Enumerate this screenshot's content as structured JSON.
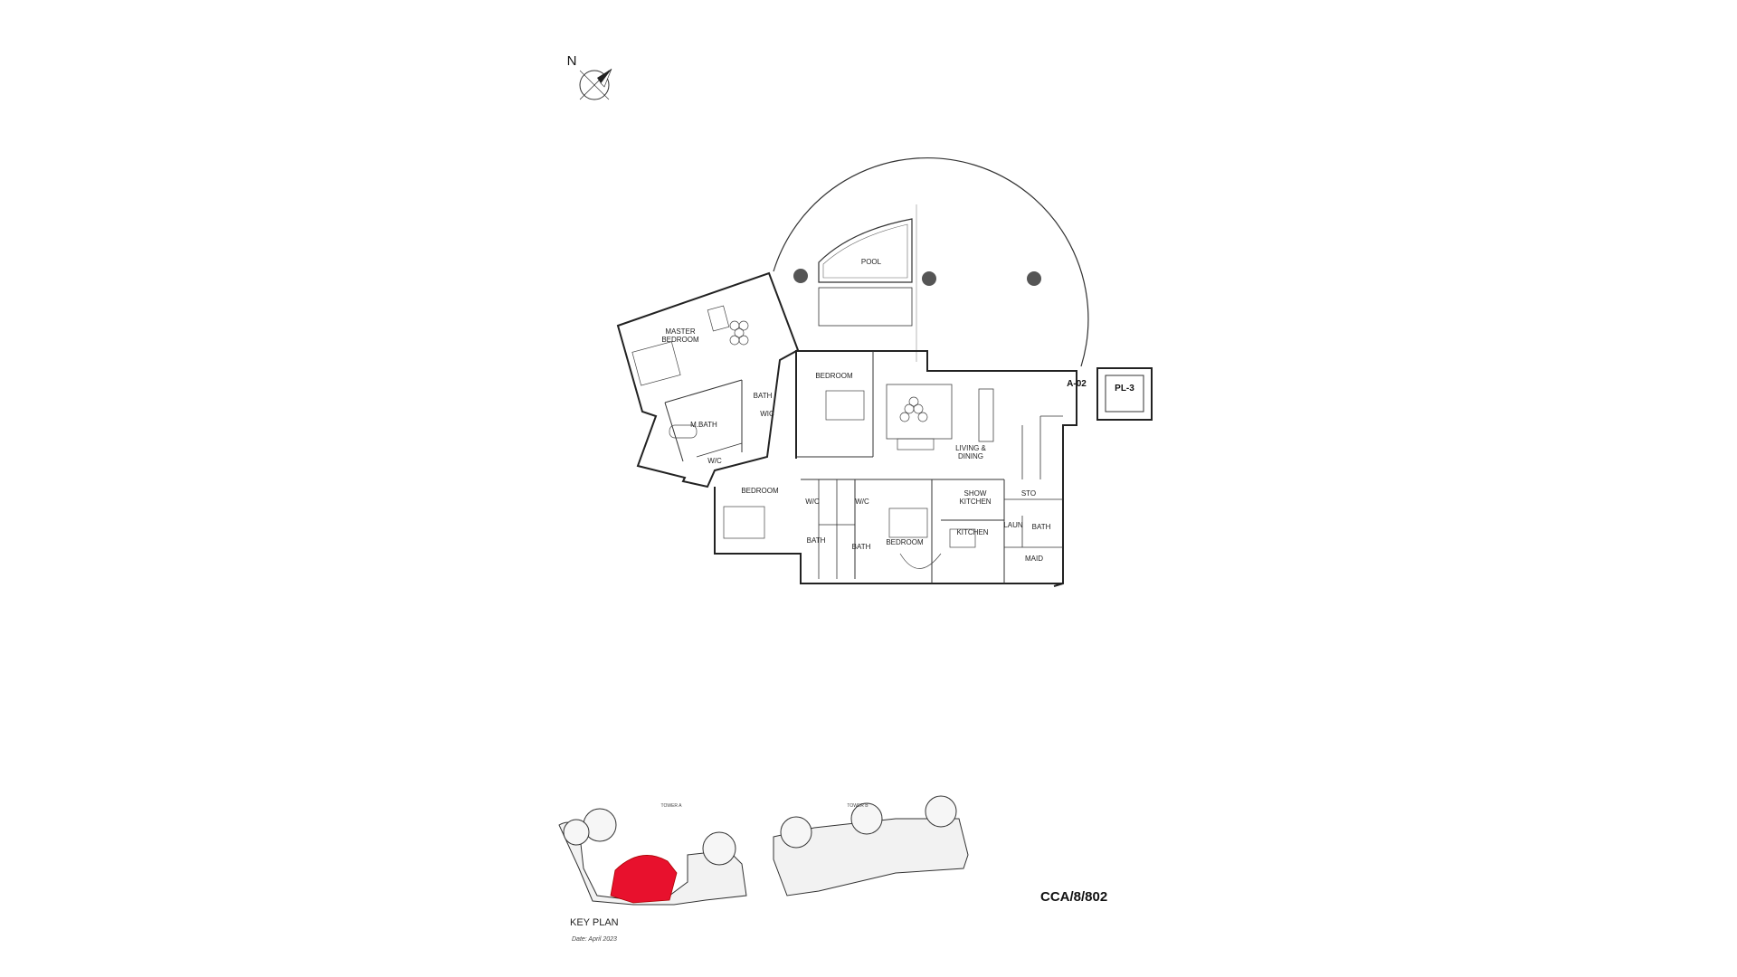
{
  "compass": {
    "north_label": "N",
    "icon": "compass-icon"
  },
  "unit": {
    "id": "A-02",
    "lift": "PL-3"
  },
  "rooms": {
    "pool": "POOL",
    "master_bedroom_1": "MASTER",
    "master_bedroom_2": "BEDROOM",
    "bedroom_top": "BEDROOM",
    "bedroom_left": "BEDROOM",
    "bedroom_mid": "BEDROOM",
    "living_1": "LIVING &",
    "living_2": "DINING",
    "m_bath": "M.BATH",
    "bath_master": "BATH",
    "wic_master": "WIC",
    "wic_mb": "W/C",
    "wic_1": "W/C",
    "wic_2": "W/C",
    "bath_1": "BATH",
    "bath_2": "BATH",
    "show_kitchen_1": "SHOW",
    "show_kitchen_2": "KITCHEN",
    "kitchen": "KITCHEN",
    "sto": "STO",
    "laun": "LAUN",
    "bath_maid": "BATH",
    "maid": "MAID"
  },
  "key_plan": {
    "title": "KEY PLAN",
    "date": "Date: April 2023",
    "tower_a": "TOWER A",
    "tower_b": "TOWER B",
    "highlight_color": "#e8112d"
  },
  "drawing_code": "CCA/8/802"
}
